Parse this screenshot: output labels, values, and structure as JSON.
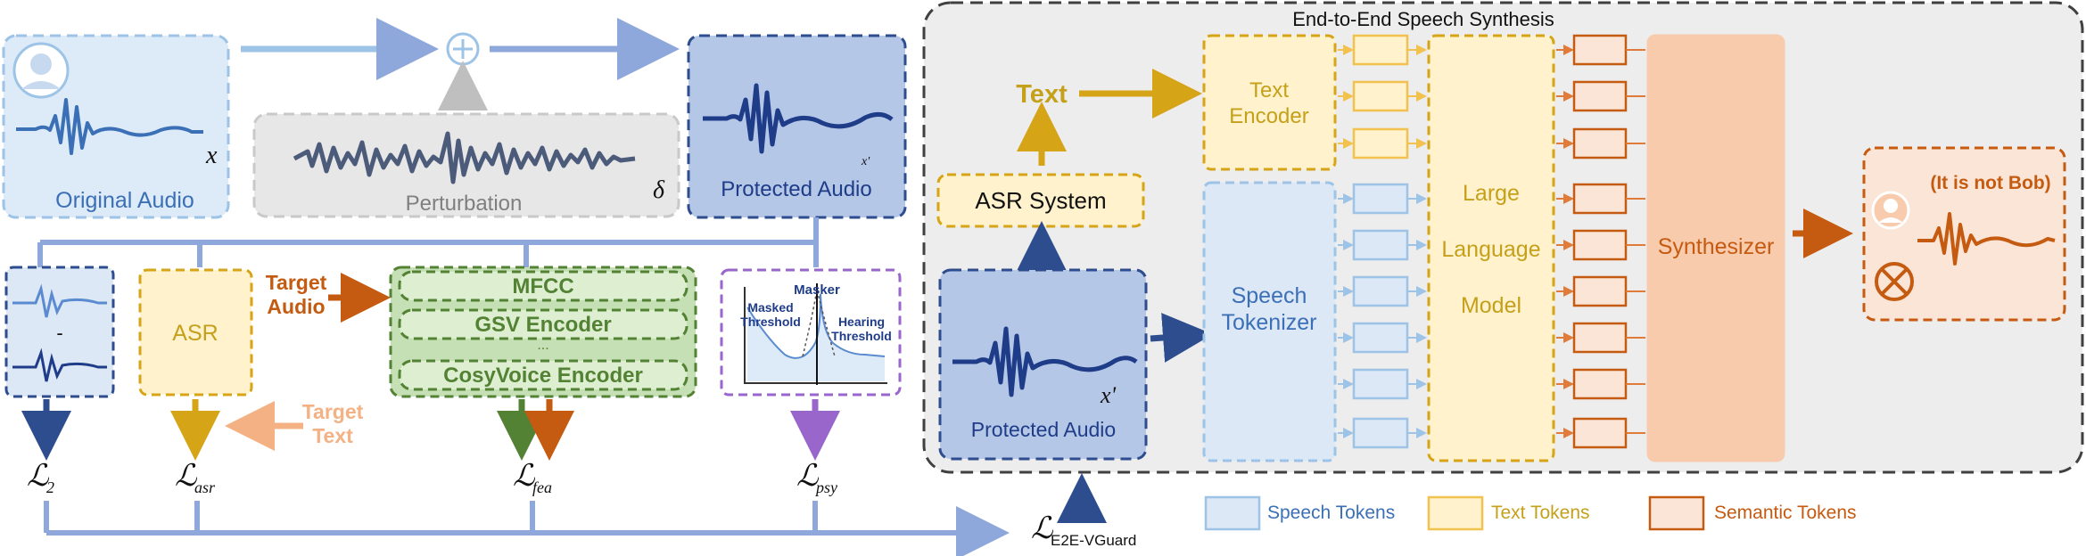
{
  "left": {
    "original_audio": "Original Audio",
    "x_symbol": "x",
    "perturbation": "Perturbation",
    "delta_symbol": "δ",
    "protected_audio": "Protected Audio",
    "x_prime_symbol": "x'",
    "l2_minus": "-",
    "asr": "ASR",
    "target_audio_line1": "Target",
    "target_audio_line2": "Audio",
    "target_text_line1": "Target",
    "target_text_line2": "Text",
    "mfcc": "MFCC",
    "gsv_encoder": "GSV Encoder",
    "dots": "...",
    "cosyvoice_encoder": "CosyVoice Encoder",
    "masker": "Masker",
    "masked_threshold_line1": "Masked",
    "masked_threshold_line2": "Threshold",
    "hearing_threshold_line1": "Hearing",
    "hearing_threshold_line2": "Threshold",
    "loss_l2": "ℒ",
    "loss_l2_sub": "2",
    "loss_asr": "ℒ",
    "loss_asr_sub": "asr",
    "loss_fea": "ℒ",
    "loss_fea_sub": "fea",
    "loss_psy": "ℒ",
    "loss_psy_sub": "psy",
    "loss_total": "ℒ",
    "loss_total_sub": "E2E-VGuard"
  },
  "right": {
    "panel_title": "End-to-End Speech Synthesis",
    "text": "Text",
    "text_encoder_line1": "Text",
    "text_encoder_line2": "Encoder",
    "asr_system": "ASR System",
    "speech_tokenizer_line1": "Speech",
    "speech_tokenizer_line2": "Tokenizer",
    "llm_line1": "Large",
    "llm_line2": "Language",
    "llm_line3": "Model",
    "synthesizer": "Synthesizer",
    "protected_audio": "Protected Audio",
    "x_prime_symbol": "x'",
    "output_caption": "(It is not Bob)",
    "legend_speech_tokens": "Speech Tokens",
    "legend_text_tokens": "Text Tokens",
    "legend_semantic_tokens": "Semantic Tokens"
  },
  "colors": {
    "blue_dark": "#2E4D8F",
    "blue_mid": "#8FA8DC",
    "blue_light": "#DCE8F5",
    "yellow_fill": "#FFF2CC",
    "yellow_stroke": "#D6A417",
    "orange_text": "#C55A11",
    "orange_fill": "#F8CBAD",
    "green_fill": "#C5E0B4",
    "green_stroke": "#548235",
    "purple": "#9966CC",
    "gray_panel": "#EDEDED"
  }
}
